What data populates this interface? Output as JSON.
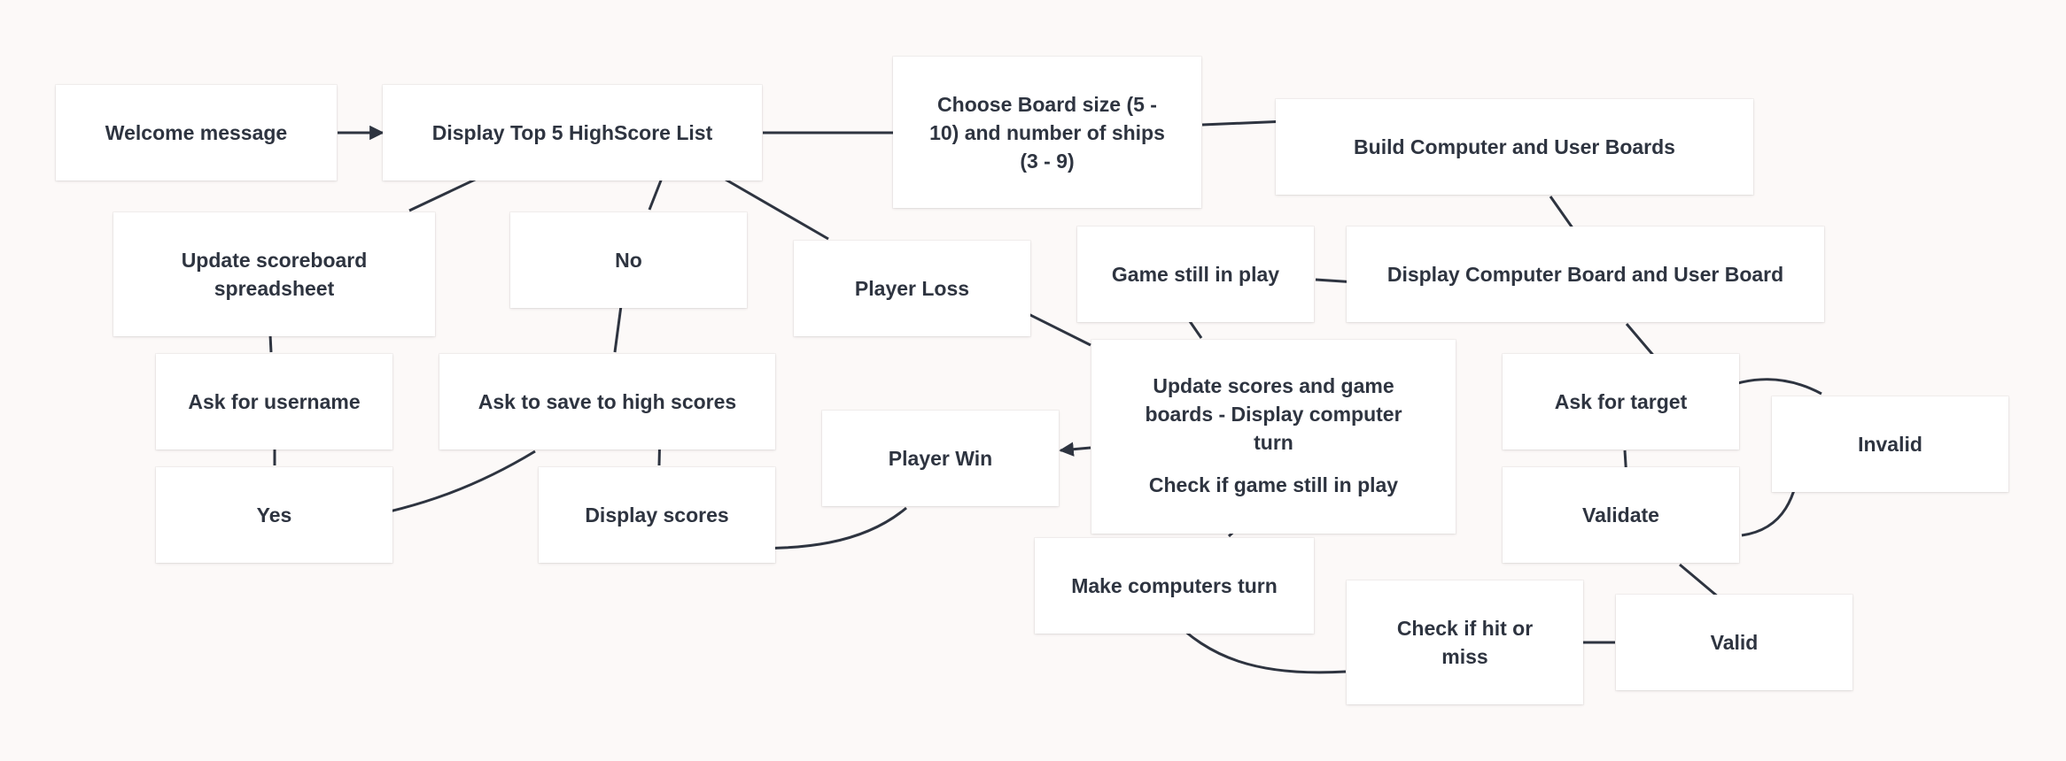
{
  "colors": {
    "background": "#fcf9f8",
    "node": "#ffffff",
    "text": "#2e3440",
    "edge": "#2e3440"
  },
  "nodes": {
    "welcome": "Welcome message",
    "display_top5": "Display Top 5 HighScore List",
    "choose_board": "Choose Board size (5 - 10) and number of ships (3 - 9)",
    "build_boards": "Build Computer and User Boards",
    "update_scoreboard": "Update scoreboard spreadsheet",
    "no": "No",
    "player_loss": "Player Loss",
    "game_still_in_play": "Game still in play",
    "display_boards": "Display Computer Board and User Board",
    "ask_username": "Ask for username",
    "ask_save": "Ask to save to high scores",
    "update_scores_line1": "Update scores and game boards - Display computer turn",
    "update_scores_line2": "Check if game still in play",
    "ask_target": "Ask for target",
    "invalid": "Invalid",
    "player_win": "Player Win",
    "yes": "Yes",
    "display_scores": "Display scores",
    "validate": "Validate",
    "make_computers_turn": "Make computers turn",
    "check_hit": "Check if hit or miss",
    "valid": "Valid"
  }
}
